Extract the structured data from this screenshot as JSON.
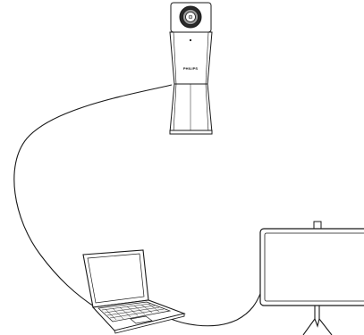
{
  "diagram": {
    "devices": [
      {
        "id": "conference-camera-speaker",
        "icon": "conference-camera-icon",
        "brand_text": "PHILIPS"
      },
      {
        "id": "laptop",
        "icon": "laptop-icon"
      },
      {
        "id": "display-screen",
        "icon": "display-screen-icon"
      }
    ],
    "connections": [
      {
        "from": "conference-camera-speaker",
        "to": "laptop",
        "type": "cable"
      },
      {
        "from": "laptop",
        "to": "display-screen",
        "type": "cable"
      }
    ],
    "colors": {
      "line": "#1a1a1a",
      "background": "#ffffff",
      "device_fill": "#ffffff"
    }
  }
}
